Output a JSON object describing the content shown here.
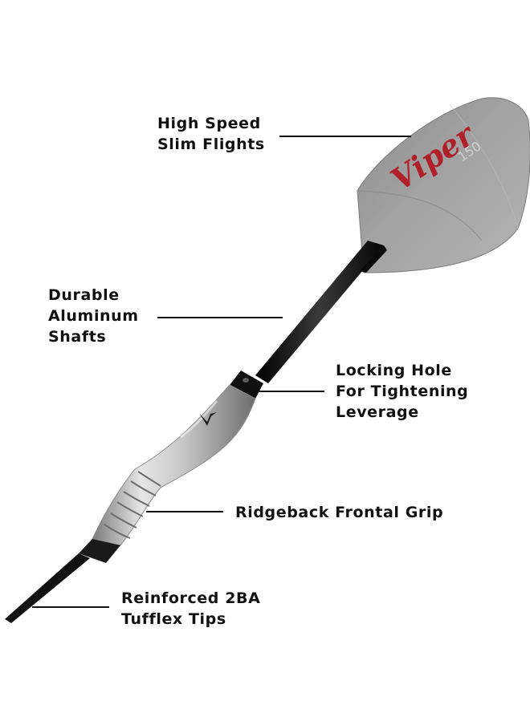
{
  "callouts": {
    "flights": {
      "lines": [
        "High Speed",
        "Slim Flights"
      ]
    },
    "shafts": {
      "lines": [
        "Durable",
        "Aluminum",
        "Shafts"
      ]
    },
    "locking": {
      "lines": [
        "Locking Hole",
        "For Tightening",
        "Leverage"
      ]
    },
    "grip": {
      "lines": [
        "Ridgeback Frontal Grip"
      ]
    },
    "tips": {
      "lines": [
        "Reinforced 2BA",
        "Tufflex Tips"
      ]
    }
  },
  "flight_logo": {
    "brand": "Viper",
    "model": "150"
  },
  "colors": {
    "background": "#ffffff",
    "text": "#111111",
    "leader_line": "#111111",
    "flight": "#9a9a9a",
    "shaft": "#141414",
    "barrel": "#c4c4c4",
    "tip": "#1a1a1a",
    "logo_red": "#b0202a"
  }
}
